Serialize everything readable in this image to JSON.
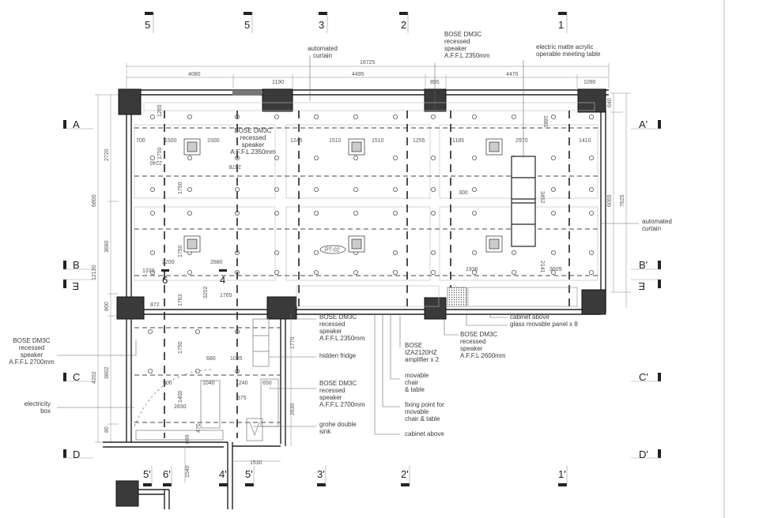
{
  "grid_labels": {
    "top": [
      "5",
      "5",
      "3",
      "2",
      "1"
    ],
    "bottom": [
      "5'",
      "6'",
      "4'",
      "5'",
      "3'",
      "2'",
      "1'"
    ],
    "left": [
      "A",
      "B",
      "C",
      "D"
    ],
    "right": [
      "A'",
      "B'",
      "C'",
      "D'"
    ],
    "elevation_marks": [
      "E",
      "E"
    ],
    "interior": [
      "6",
      "4"
    ]
  },
  "dimensions": {
    "overall_width": "16725",
    "top_segments": [
      "4080",
      "1190",
      "4495",
      "855",
      "4470",
      "1090"
    ],
    "left_outer": [
      "6800",
      "12130",
      "4202"
    ],
    "left_inner": [
      "2720",
      "3680",
      "800",
      "3802",
      "80"
    ],
    "right": [
      "640",
      "6055",
      "7625"
    ],
    "room_a": [
      "700",
      "1500",
      "1500",
      "1265",
      "1750",
      "2240"
    ],
    "room_b": [
      "1245",
      "1510",
      "1510",
      "1255",
      "2878"
    ],
    "room_c": [
      "1185",
      "2970",
      "1410",
      "1881",
      "300",
      "3452",
      "2141",
      "1936",
      "3609"
    ],
    "row2": [
      "1750",
      "2200",
      "2880",
      "1372",
      "1750",
      "3202",
      "1765",
      "872"
    ],
    "lower": [
      "1763",
      "1750",
      "680",
      "1085",
      "900",
      "1040",
      "1240",
      "650",
      "2830",
      "1400",
      "375",
      "470",
      "889",
      "1540",
      "1530",
      "1770",
      "2630"
    ]
  },
  "annotations": [
    {
      "id": "automated-curtain-top",
      "lines": [
        "automated",
        "curtain"
      ]
    },
    {
      "id": "bose-top",
      "lines": [
        "BOSE DM3C",
        "recessed",
        "speaker",
        "A.F.F.L 2350mm"
      ]
    },
    {
      "id": "meeting-table",
      "lines": [
        "electric matte acrylic",
        "operable meeting table"
      ]
    },
    {
      "id": "bose-inplan",
      "lines": [
        "BOSE DM3C",
        "recessed",
        "speaker",
        "A.F.F.L 2350mm"
      ]
    },
    {
      "id": "automated-curtain-right",
      "lines": [
        "automated",
        "curtain"
      ]
    },
    {
      "id": "bose-left",
      "lines": [
        "BOSE DM3C",
        "recessed",
        "speaker",
        "A.F.F.L 2700mm"
      ]
    },
    {
      "id": "electricity-box",
      "lines": [
        "electricity",
        "box"
      ]
    },
    {
      "id": "bose-mid",
      "lines": [
        "BOSE DM3C",
        "recessed",
        "speaker",
        "A.F.F.L 2350mm"
      ]
    },
    {
      "id": "hidden-fridge",
      "lines": [
        "hidden fridge"
      ]
    },
    {
      "id": "bose-low",
      "lines": [
        "BOSE DM3C",
        "recessed",
        "speaker",
        "A.F.F.L 2700mm"
      ]
    },
    {
      "id": "grohe-sink",
      "lines": [
        "grohe double",
        "sink"
      ]
    },
    {
      "id": "amplifier",
      "lines": [
        "BOSE",
        "IZA2120HZ",
        "amplifier x 2"
      ]
    },
    {
      "id": "movable-chair",
      "lines": [
        "movable",
        "chair",
        "& table"
      ]
    },
    {
      "id": "fixing-point",
      "lines": [
        "fixing point for",
        "movable",
        "chair & table"
      ]
    },
    {
      "id": "cabinet-above-low",
      "lines": [
        "cabinet above"
      ]
    },
    {
      "id": "cabinet-glass",
      "lines": [
        "cabinet above",
        "glass movable panel x 8"
      ]
    },
    {
      "id": "bose-right",
      "lines": [
        "BOSE DM3C",
        "recessed",
        "speaker",
        "A.F.F.L 2600mm"
      ]
    }
  ],
  "tag": "PT-02"
}
